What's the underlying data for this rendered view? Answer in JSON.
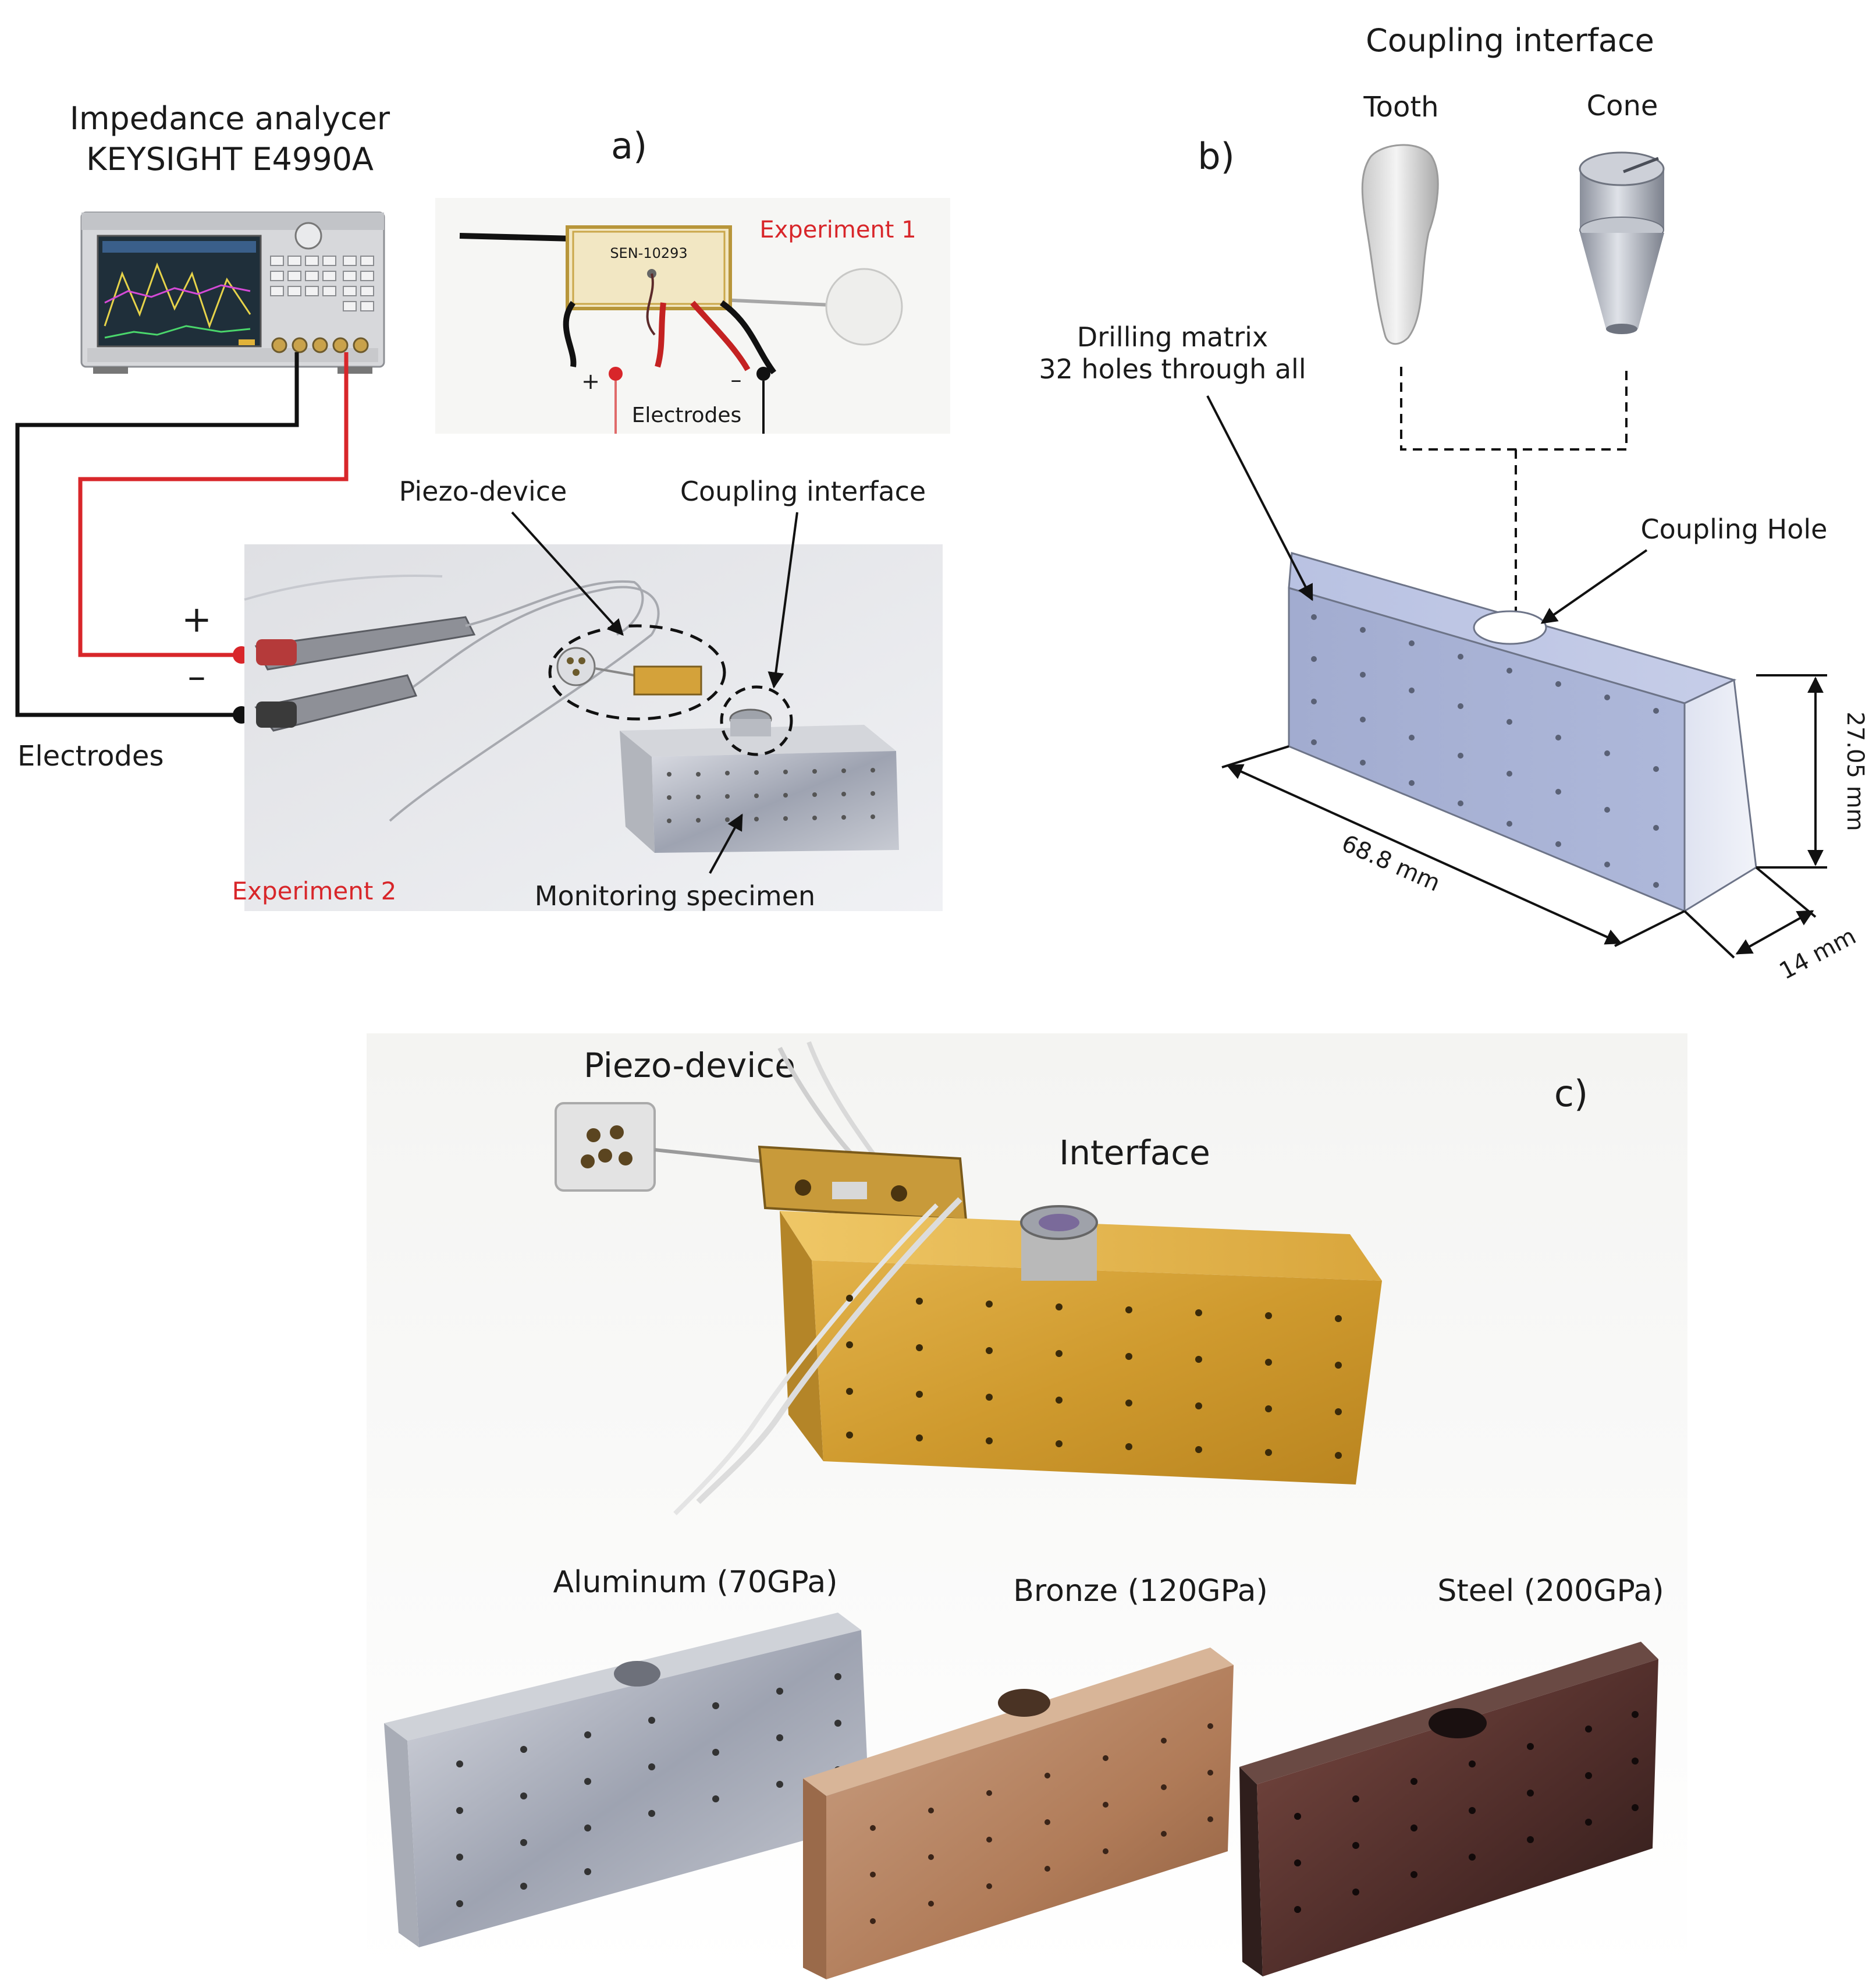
{
  "panel_a": {
    "label": "a)",
    "analyzer_title": "Impedance analycer",
    "analyzer_model": "KEYSIGHT E4990A",
    "experiment1_label": "Experiment 1",
    "sensor_label": "SEN-10293",
    "inset_electrodes_label": "Electrodes",
    "plus_sign": "+",
    "minus_sign": "–",
    "piezo_device_label": "Piezo-device",
    "coupling_interface_label": "Coupling interface",
    "monitoring_specimen_label": "Monitoring specimen",
    "experiment2_label": "Experiment 2",
    "electrodes_label": "Electrodes",
    "plus_terminal": "+",
    "minus_terminal": "–"
  },
  "panel_b": {
    "label": "b)",
    "coupling_interface_title": "Coupling interface",
    "tooth_label": "Tooth",
    "cone_label": "Cone",
    "drilling_matrix_line1": "Drilling matrix",
    "drilling_matrix_line2": "32 holes through all",
    "coupling_hole_label": "Coupling Hole",
    "dim_length": "68.8 mm",
    "dim_height": "27.05 mm",
    "dim_depth": "14 mm"
  },
  "panel_c": {
    "label": "c)",
    "piezo_device_label": "Piezo-device",
    "interface_label": "Interface",
    "aluminum_label": "Aluminum (70GPa)",
    "bronze_label": "Bronze (120GPa)",
    "steel_label": "Steel (200GPa)"
  },
  "colors": {
    "accent_red": "#d8262a",
    "wire_black": "#111111",
    "cad_blue": "#a9b4d6"
  }
}
